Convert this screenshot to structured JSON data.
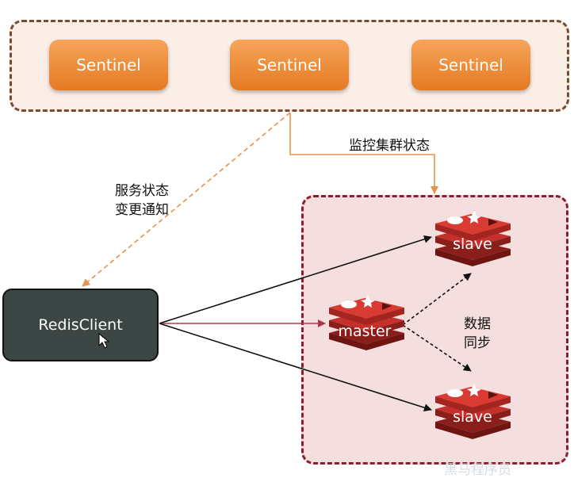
{
  "sentinels": [
    {
      "label": "Sentinel"
    },
    {
      "label": "Sentinel"
    },
    {
      "label": "Sentinel"
    }
  ],
  "client": {
    "label": "RedisClient"
  },
  "nodes": {
    "master": "master",
    "slave_top": "slave",
    "slave_bottom": "slave"
  },
  "labels": {
    "monitor": "监控集群状态",
    "notify_line1": "服务状态",
    "notify_line2": "变更通知",
    "sync_line1": "数据",
    "sync_line2": "同步"
  },
  "watermark": "黑马程序员",
  "colors": {
    "sentinel_fill": "#e57a22",
    "sentinel_group_border": "#7a4a2e",
    "cluster_border": "#8b1d2c",
    "cluster_fill": "#f4dede",
    "redis_red": "#c6302b",
    "client_fill": "#3c4644",
    "arrow_orange": "#e8924a",
    "arrow_red": "#a83a4a"
  },
  "icons": [
    "redis-logo-icon",
    "mouse-cursor-icon"
  ]
}
